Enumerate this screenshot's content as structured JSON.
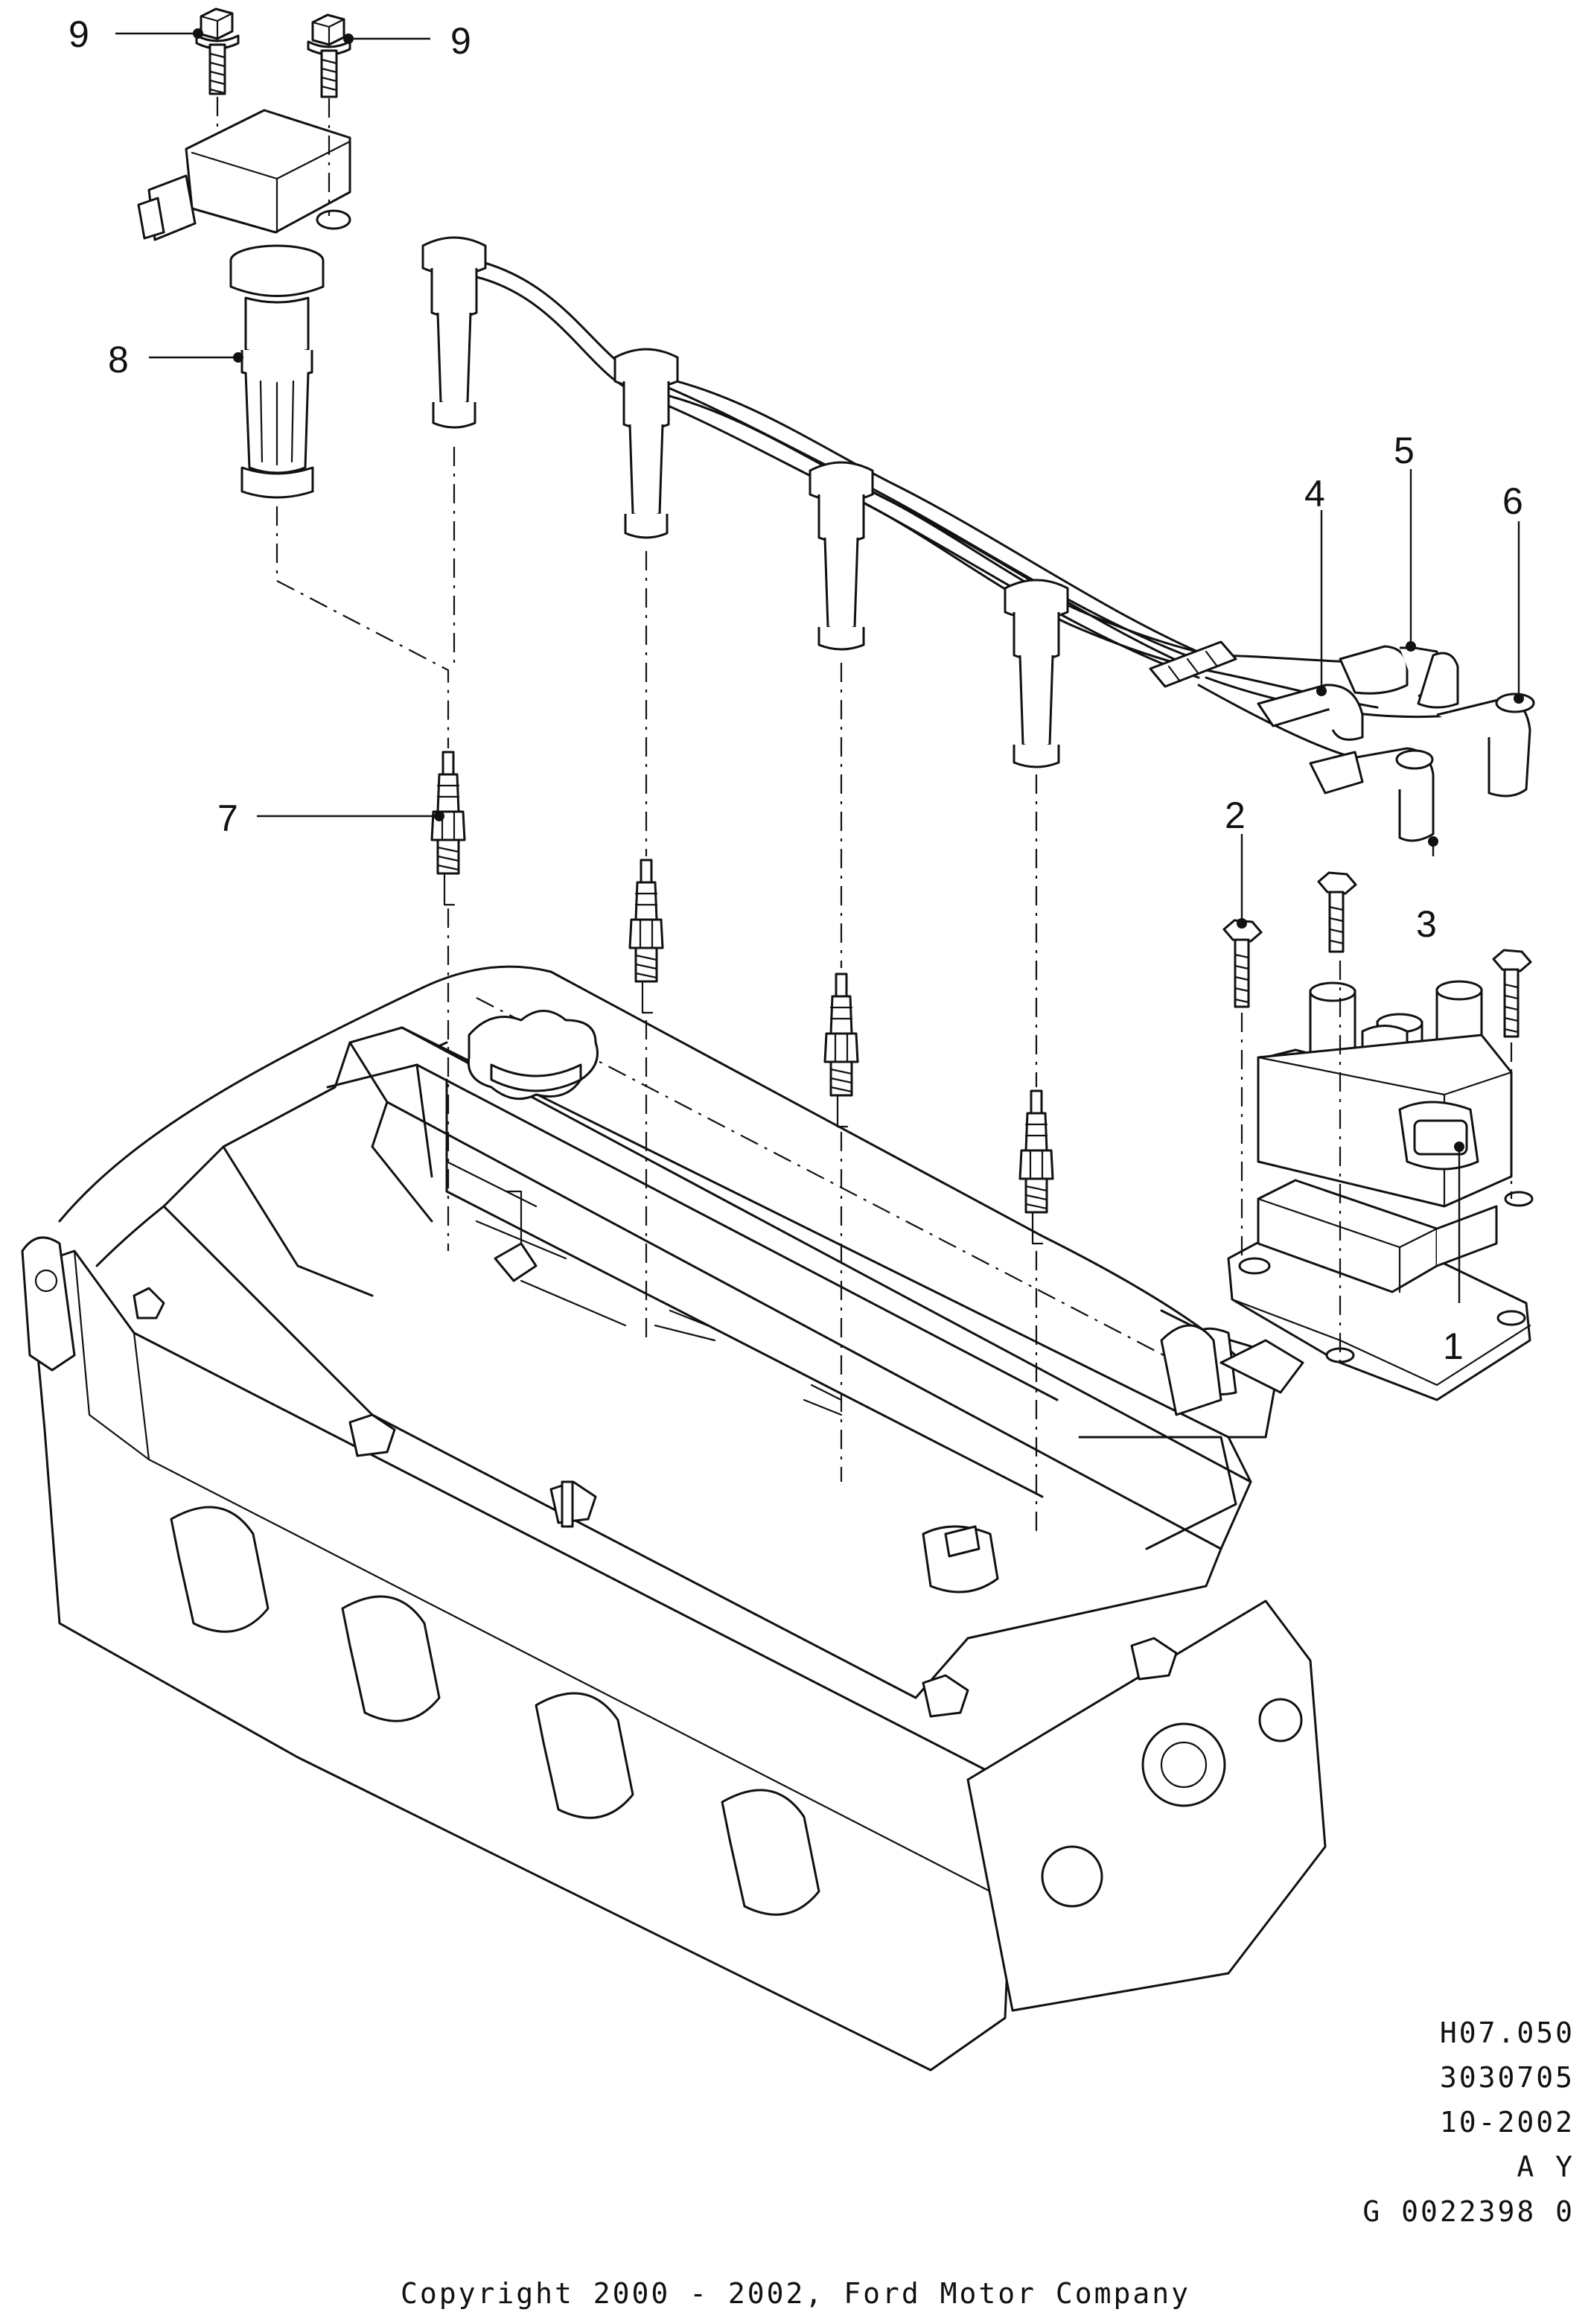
{
  "callouts": {
    "c1": "1",
    "c2": "2",
    "c3": "3",
    "c4": "4",
    "c5": "5",
    "c6": "6",
    "c7": "7",
    "c8": "8",
    "c9a": "9",
    "c9b": "9"
  },
  "info": {
    "code": "H07.050",
    "number": "3030705",
    "date": "10-2002",
    "revision": "A Y",
    "reference": "G 0022398 0"
  },
  "copyright": "Copyright 2000 - 2002, Ford Motor Company"
}
